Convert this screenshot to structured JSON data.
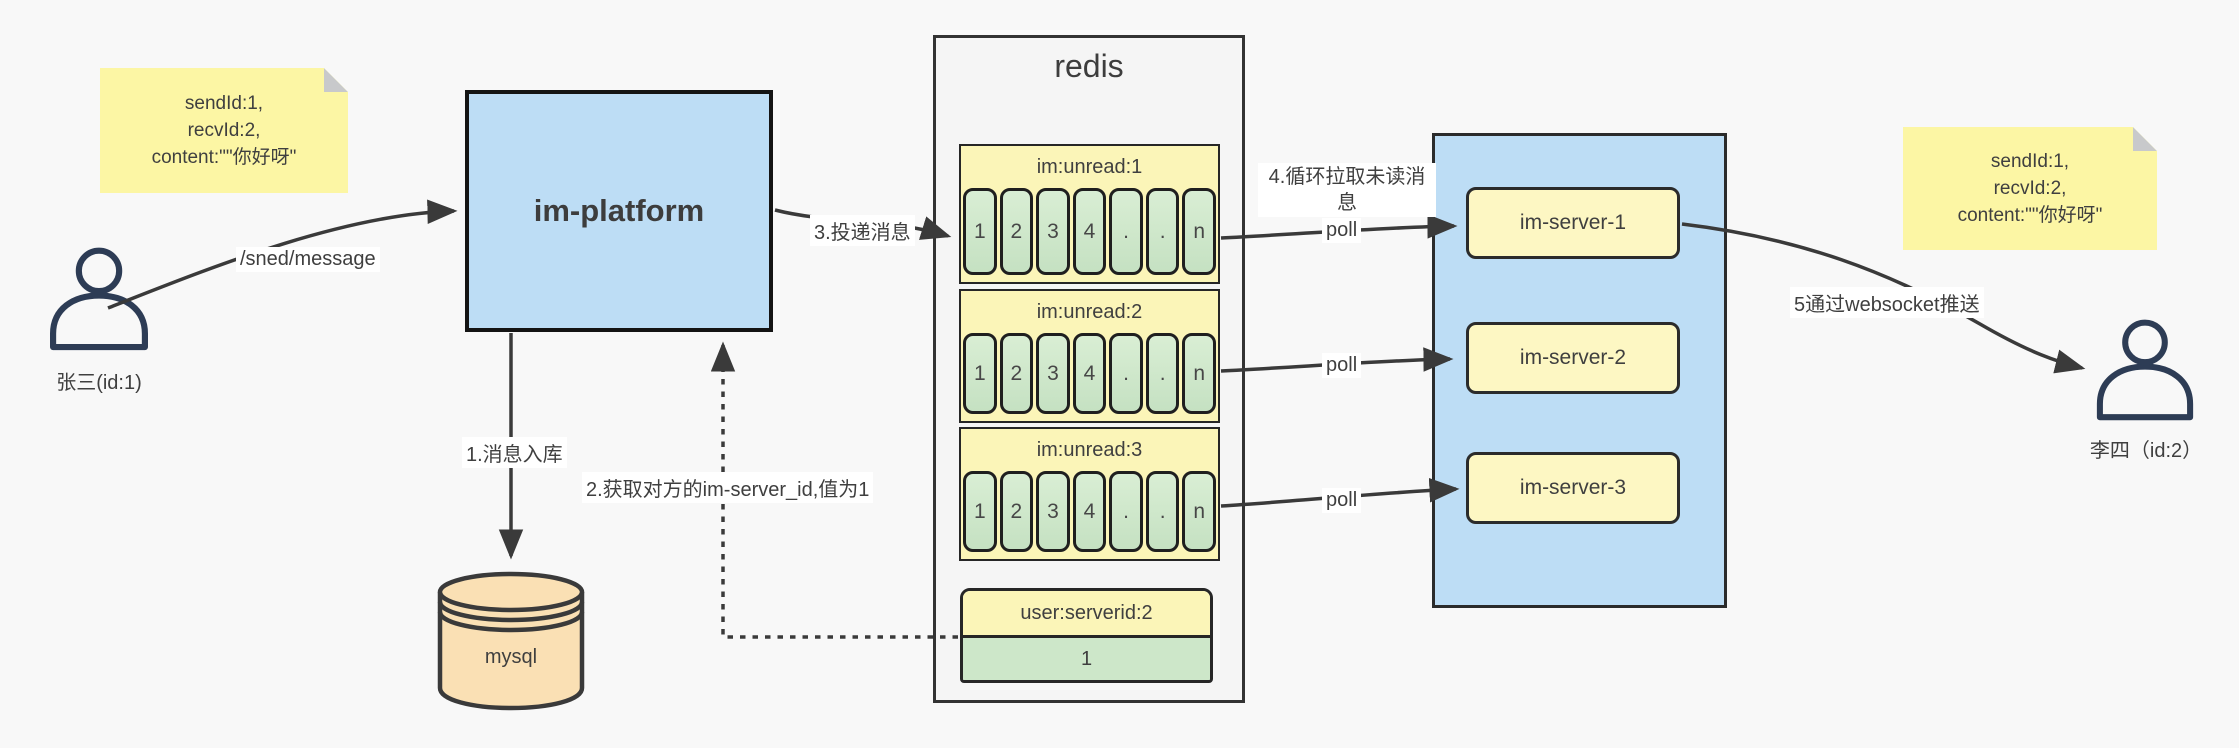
{
  "colors": {
    "background": "#f8f8f8",
    "note_yellow": "#fcf6a4",
    "platform_blue": "#bdddf5",
    "queue_yellow": "#fbf5b8",
    "cell_green": "#cde7c9",
    "mysql_tan": "#fae0b4",
    "redis_gray": "#f5f5f5",
    "line_dark": "#3a3a3a"
  },
  "notes": {
    "left": {
      "lines": [
        "sendId:1,",
        "recvId:2,",
        "content:\"\"你好呀\""
      ]
    },
    "right": {
      "lines": [
        "sendId:1,",
        "recvId:2,",
        "content:\"\"你好呀\""
      ]
    }
  },
  "actors": {
    "sender": {
      "label": "张三(id:1)",
      "icon": "user-icon"
    },
    "receiver": {
      "label": "李四（id:2）",
      "icon": "user-icon"
    }
  },
  "platform": {
    "label": "im-platform"
  },
  "database": {
    "label": "mysql",
    "icon": "database-cylinder-icon"
  },
  "redis": {
    "title": "redis",
    "queues": [
      {
        "name": "im:unread:1",
        "cells": [
          "1",
          "2",
          "3",
          "4",
          ".",
          ".",
          "n"
        ]
      },
      {
        "name": "im:unread:2",
        "cells": [
          "1",
          "2",
          "3",
          "4",
          ".",
          ".",
          "n"
        ]
      },
      {
        "name": "im:unread:3",
        "cells": [
          "1",
          "2",
          "3",
          "4",
          ".",
          ".",
          "n"
        ]
      }
    ],
    "kv": {
      "key": "user:serverid:2",
      "value": "1"
    }
  },
  "servers": [
    {
      "label": "im-server-1"
    },
    {
      "label": "im-server-2"
    },
    {
      "label": "im-server-3"
    }
  ],
  "edges": {
    "send_api": "/sned/message",
    "step1": "1.消息入库",
    "step2": "2.获取对方的im-server_id,值为1",
    "step3": "3.投递消息",
    "step4": "4.循环拉取未读消息",
    "poll": "poll",
    "step5": "5通过websocket推送"
  }
}
